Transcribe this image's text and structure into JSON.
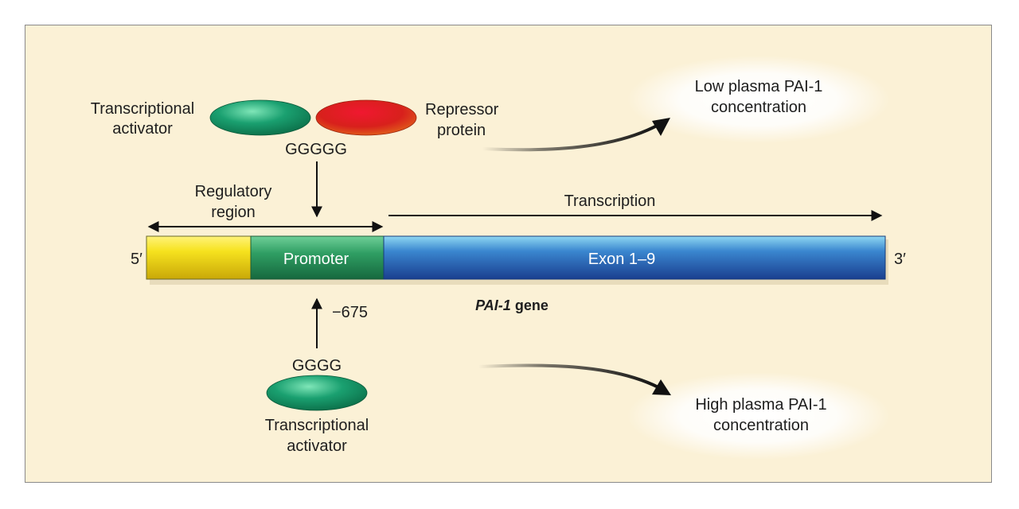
{
  "top": {
    "activator_label_line1": "Transcriptional",
    "activator_label_line2": "activator",
    "repressor_label_line1": "Repressor",
    "repressor_label_line2": "protein",
    "binding_sequence": "GGGGG",
    "outcome_line1": "Low plasma PAI-1",
    "outcome_line2": "concentration"
  },
  "gene": {
    "regulatory_label_line1": "Regulatory",
    "regulatory_label_line2": "region",
    "transcription_label": "Transcription",
    "five_prime": "5′",
    "three_prime": "3′",
    "promoter_label": "Promoter",
    "exon_label": "Exon 1–9",
    "gene_name_italic": "PAI-1",
    "gene_name_suffix": " gene"
  },
  "bottom": {
    "position_label": "−675",
    "binding_sequence": "GGGG",
    "activator_label_line1": "Transcriptional",
    "activator_label_line2": "activator",
    "outcome_line1": "High plasma PAI-1",
    "outcome_line2": "concentration"
  },
  "colors": {
    "background": "#fbf1d6",
    "activator_green": "#1aa070",
    "repressor_red": "#e0201c",
    "yellow_segment": "#f2d81a",
    "promoter_green": "#2f9e63",
    "exon_blue": "#2a5fb4"
  }
}
